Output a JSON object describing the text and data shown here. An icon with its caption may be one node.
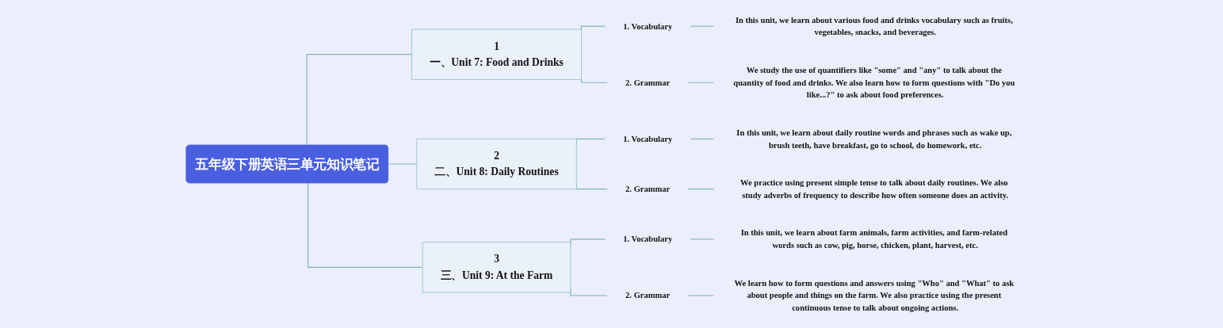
{
  "diagram": {
    "nodes": [
      {
        "text": [
          "五年级下册英语三单元知识笔记"
        ]
      },
      {
        "text": [
          "1",
          "一、Unit 7: Food and Drinks"
        ]
      },
      {
        "text": [
          "1. Vocabulary"
        ]
      },
      {
        "text": [
          "In this unit, we learn about various food and drinks vocabulary such as fruits, vegetables, snacks, and beverages."
        ]
      },
      {
        "text": [
          "2. Grammar"
        ]
      },
      {
        "text": [
          "We study the use of quantifiers like \"some\" and \"any\" to talk about the quantity of food and drinks. We also learn how to form questions with \"Do you like...?\" to ask about food preferences."
        ]
      },
      {
        "text": [
          "2",
          "二、Unit 8: Daily Routines"
        ]
      },
      {
        "text": [
          "1. Vocabulary"
        ]
      },
      {
        "text": [
          "In this unit, we learn about daily routine words and phrases such as wake up, brush teeth, have breakfast, go to school, do homework, etc."
        ]
      },
      {
        "text": [
          "2. Grammar"
        ]
      },
      {
        "text": [
          "We practice using present simple tense to talk about daily routines. We also study adverbs of frequency to describe how often someone does an activity."
        ]
      },
      {
        "text": [
          "3",
          "三、Unit 9: At the Farm"
        ]
      },
      {
        "text": [
          "1. Vocabulary"
        ]
      },
      {
        "text": [
          "In this unit, we learn about farm animals, farm activities, and farm-related words such as cow, pig, horse, chicken, plant, harvest, etc."
        ]
      },
      {
        "text": [
          "2. Grammar"
        ]
      },
      {
        "text": [
          "We learn how to form questions and answers using \"Who\" and \"What\" to ask about people and things on the farm. We also practice using the present continuous tense to talk about ongoing actions."
        ]
      }
    ],
    "edges": [
      {
        "from": 0,
        "to": 1,
        "arrow": "none"
      },
      {
        "from": 1,
        "to": 2,
        "arrow": "none"
      },
      {
        "from": 2,
        "to": 3,
        "arrow": "none"
      },
      {
        "from": 1,
        "to": 4,
        "arrow": "none"
      },
      {
        "from": 4,
        "to": 5,
        "arrow": "none"
      },
      {
        "from": 0,
        "to": 6,
        "arrow": "none"
      },
      {
        "from": 6,
        "to": 7,
        "arrow": "none"
      },
      {
        "from": 7,
        "to": 8,
        "arrow": "none"
      },
      {
        "from": 6,
        "to": 9,
        "arrow": "none"
      },
      {
        "from": 9,
        "to": 10,
        "arrow": "none"
      },
      {
        "from": 0,
        "to": 11,
        "arrow": "none"
      },
      {
        "from": 11,
        "to": 12,
        "arrow": "none"
      },
      {
        "from": 12,
        "to": 13,
        "arrow": "none"
      },
      {
        "from": 11,
        "to": 14,
        "arrow": "none"
      },
      {
        "from": 14,
        "to": 15,
        "arrow": "none"
      }
    ]
  }
}
